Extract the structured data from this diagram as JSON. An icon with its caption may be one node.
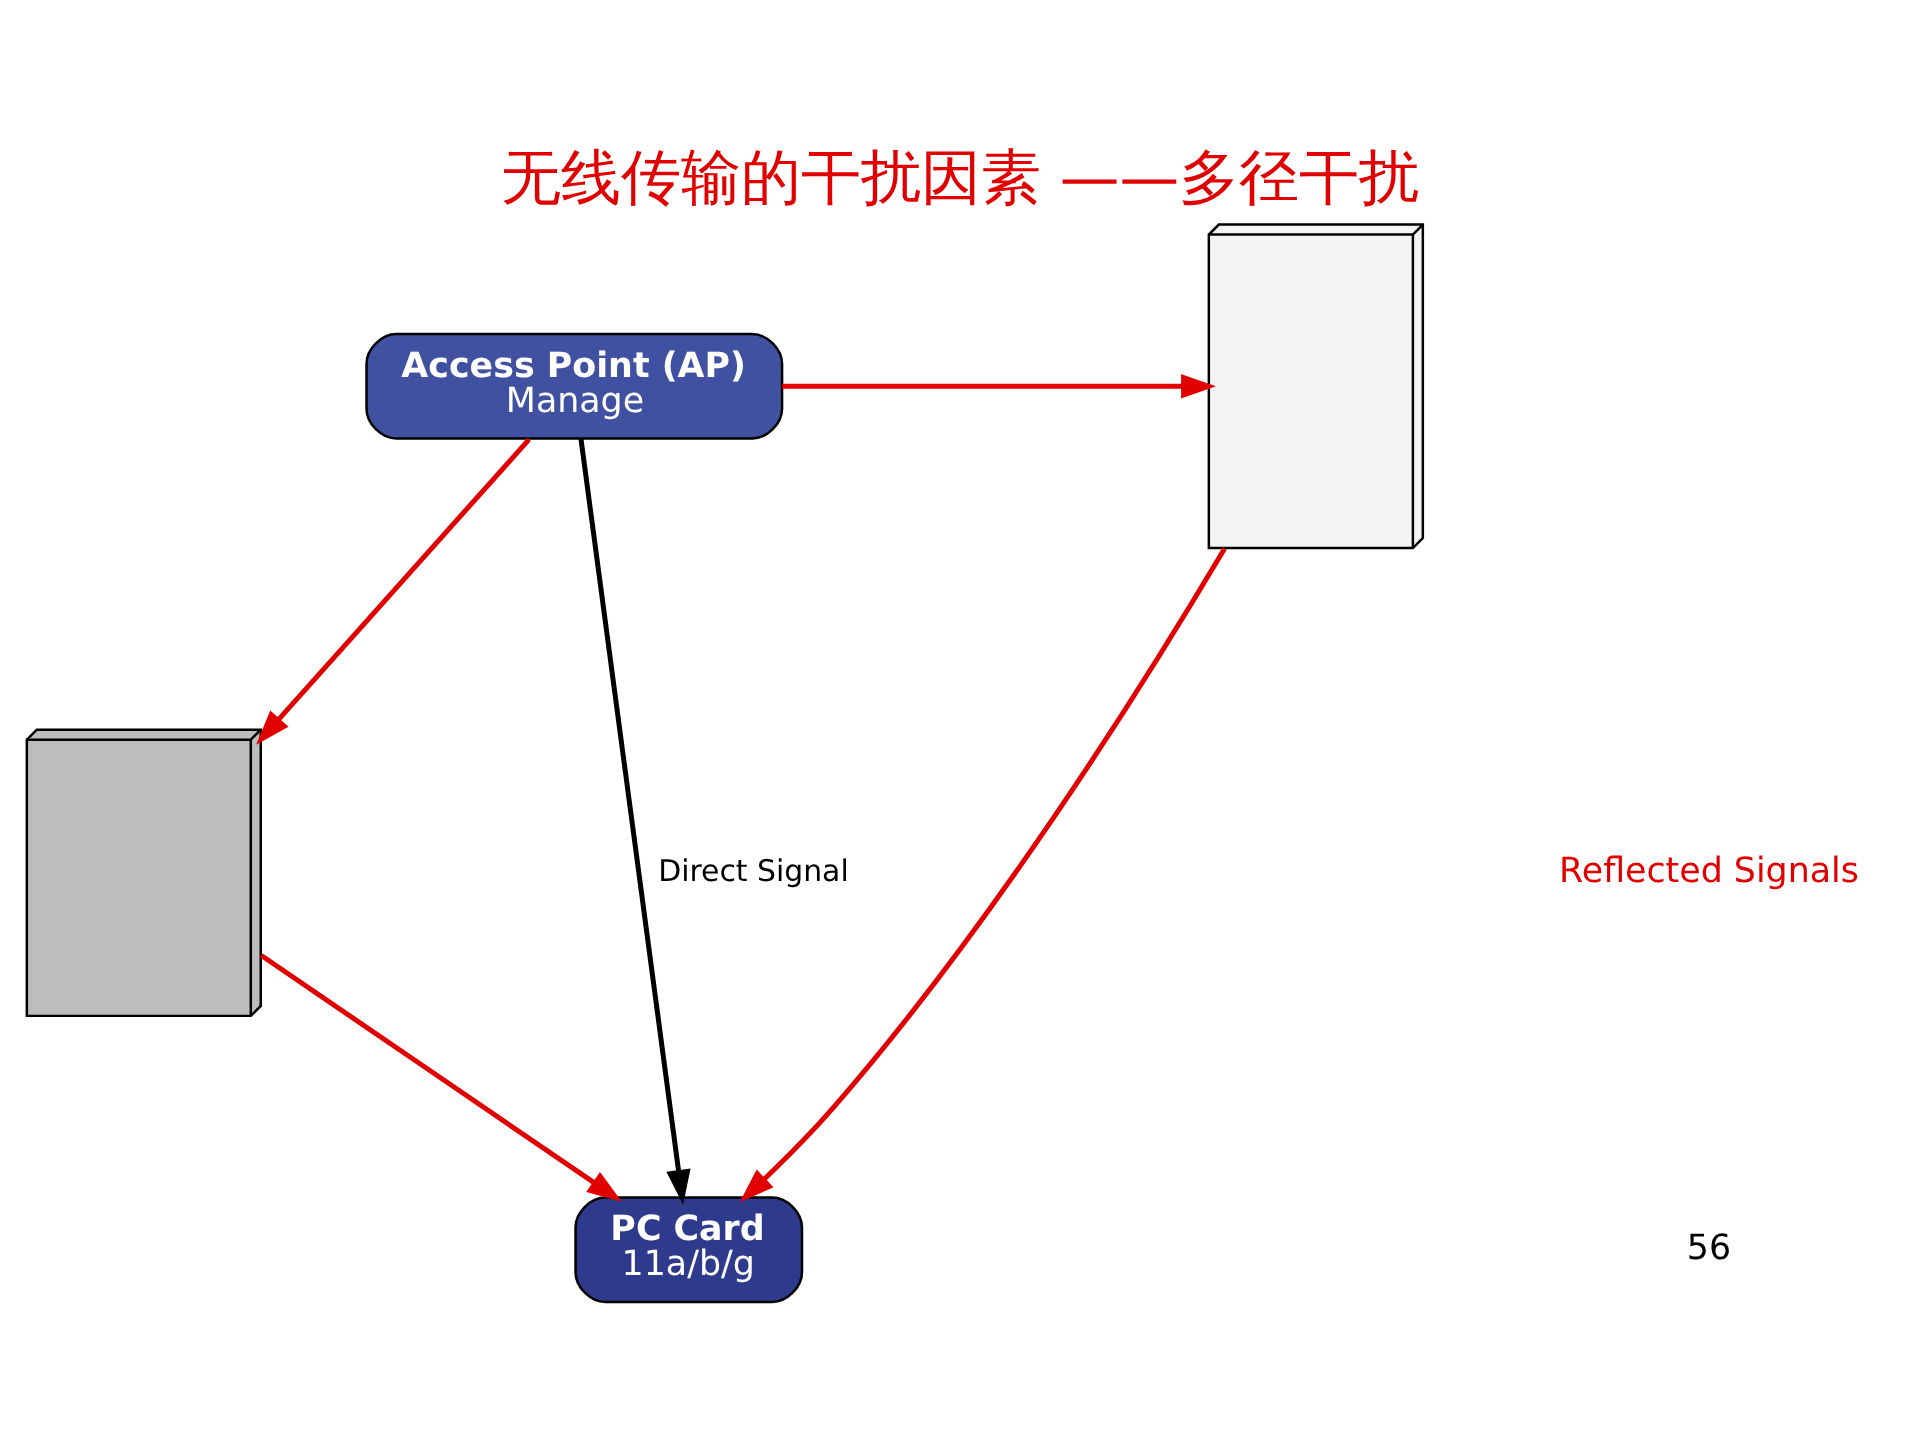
{
  "diagram": {
    "title": "无线传输的干扰因素 ——多径干扰",
    "nodes": [
      {
        "text": [
          "Access Point (AP)",
          "Manage"
        ]
      },
      {
        "text": [],
        "shape": "picture"
      },
      {
        "text": [],
        "shape": "picture"
      },
      {
        "text": [
          "PC Card",
          "11a/b/g"
        ]
      }
    ],
    "edges": [
      {
        "from": 0,
        "to": 1,
        "arrow": "to"
      },
      {
        "from": 0,
        "to": 2,
        "arrow": "to"
      },
      {
        "from": 0,
        "to": 3,
        "arrow": "to",
        "label": "Direct Signal",
        "color": "#000000"
      },
      {
        "from": 1,
        "to": 3,
        "arrow": "to"
      },
      {
        "from": 2,
        "to": 3,
        "arrow": "to"
      }
    ],
    "labels": [
      "Reflected Signals",
      "56"
    ]
  }
}
